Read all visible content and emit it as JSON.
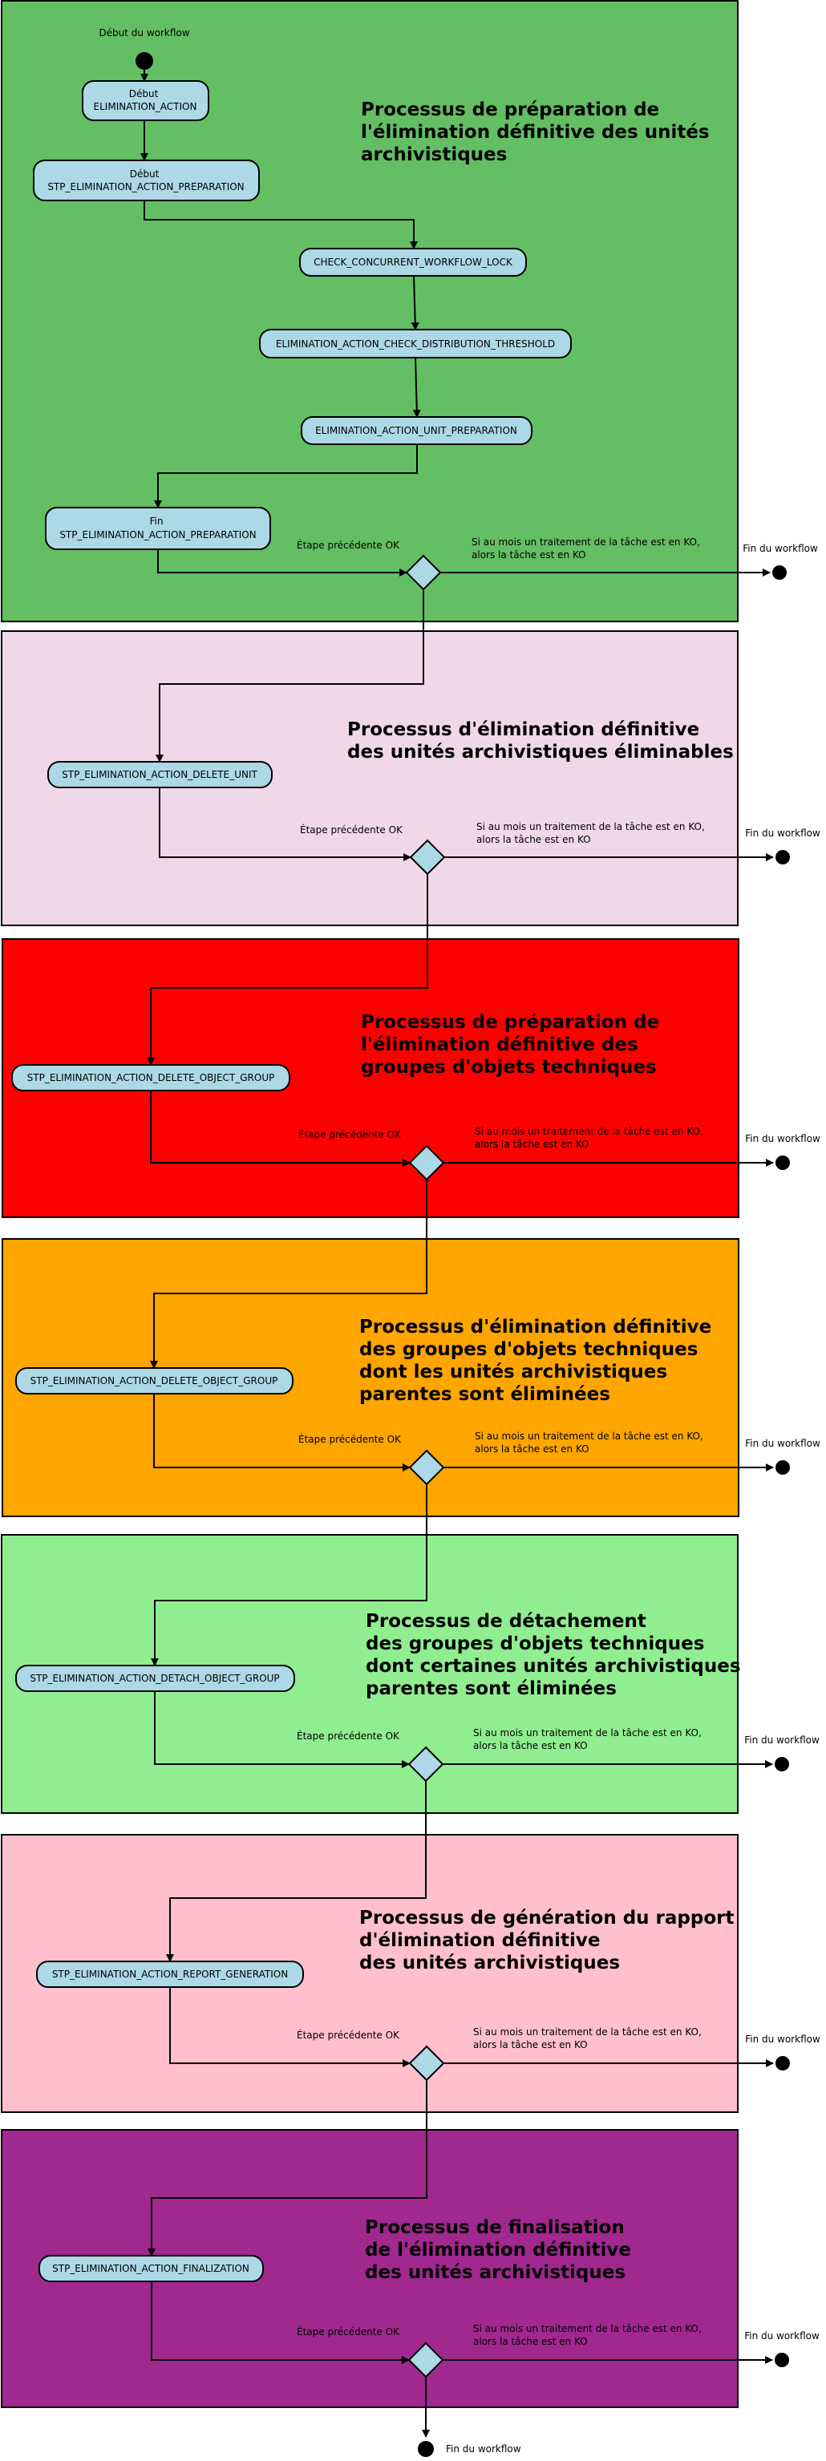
{
  "labels": {
    "start": "Début du workflow",
    "end": "Fin du workflow",
    "ok": "Étape précédente OK",
    "ko_line1": "Si au mois un traitement de la tâche est en KO,",
    "ko_line2": "alors la tâche est en KO"
  },
  "colors": {
    "lane1": "#64be64",
    "lane2": "#f0d8e8",
    "lane3": "#ff0000",
    "lane4": "#ffa500",
    "lane5": "#90ee90",
    "lane6": "#ffc0cb",
    "lane7": "#a0288f",
    "box": "#add8e6"
  },
  "lanes": [
    {
      "title": [
        "Processus de préparation de",
        "l'élimination définitive des unités",
        "archivistiques"
      ],
      "steps": [
        [
          "Début",
          "ELIMINATION_ACTION"
        ],
        [
          "Début",
          "STP_ELIMINATION_ACTION_PREPARATION"
        ],
        [
          "CHECK_CONCURRENT_WORKFLOW_LOCK"
        ],
        [
          "ELIMINATION_ACTION_CHECK_DISTRIBUTION_THRESHOLD"
        ],
        [
          "ELIMINATION_ACTION_UNIT_PREPARATION"
        ],
        [
          "Fin",
          "STP_ELIMINATION_ACTION_PREPARATION"
        ]
      ]
    },
    {
      "title": [
        "Processus d'élimination définitive",
        "des unités archivistiques éliminables"
      ],
      "steps": [
        [
          "STP_ELIMINATION_ACTION_DELETE_UNIT"
        ]
      ]
    },
    {
      "title": [
        "Processus de préparation de",
        "l'élimination définitive des",
        "groupes d'objets techniques"
      ],
      "steps": [
        [
          "STP_ELIMINATION_ACTION_DELETE_OBJECT_GROUP"
        ]
      ]
    },
    {
      "title": [
        "Processus d'élimination définitive",
        "des groupes d'objets techniques",
        "dont les unités archivistiques",
        "parentes sont éliminées"
      ],
      "steps": [
        [
          "STP_ELIMINATION_ACTION_DELETE_OBJECT_GROUP"
        ]
      ]
    },
    {
      "title": [
        "Processus de détachement",
        "des groupes d'objets techniques",
        "dont certaines unités archivistiques",
        "parentes sont éliminées"
      ],
      "steps": [
        [
          "STP_ELIMINATION_ACTION_DETACH_OBJECT_GROUP"
        ]
      ]
    },
    {
      "title": [
        "Processus de génération du rapport",
        "d'élimination définitive",
        "des unités archivistiques"
      ],
      "steps": [
        [
          "STP_ELIMINATION_ACTION_REPORT_GENERATION"
        ]
      ]
    },
    {
      "title": [
        "Processus de finalisation",
        "de l'élimination définitive",
        "des unités archivistiques"
      ],
      "steps": [
        [
          "STP_ELIMINATION_ACTION_FINALIZATION"
        ]
      ]
    }
  ]
}
